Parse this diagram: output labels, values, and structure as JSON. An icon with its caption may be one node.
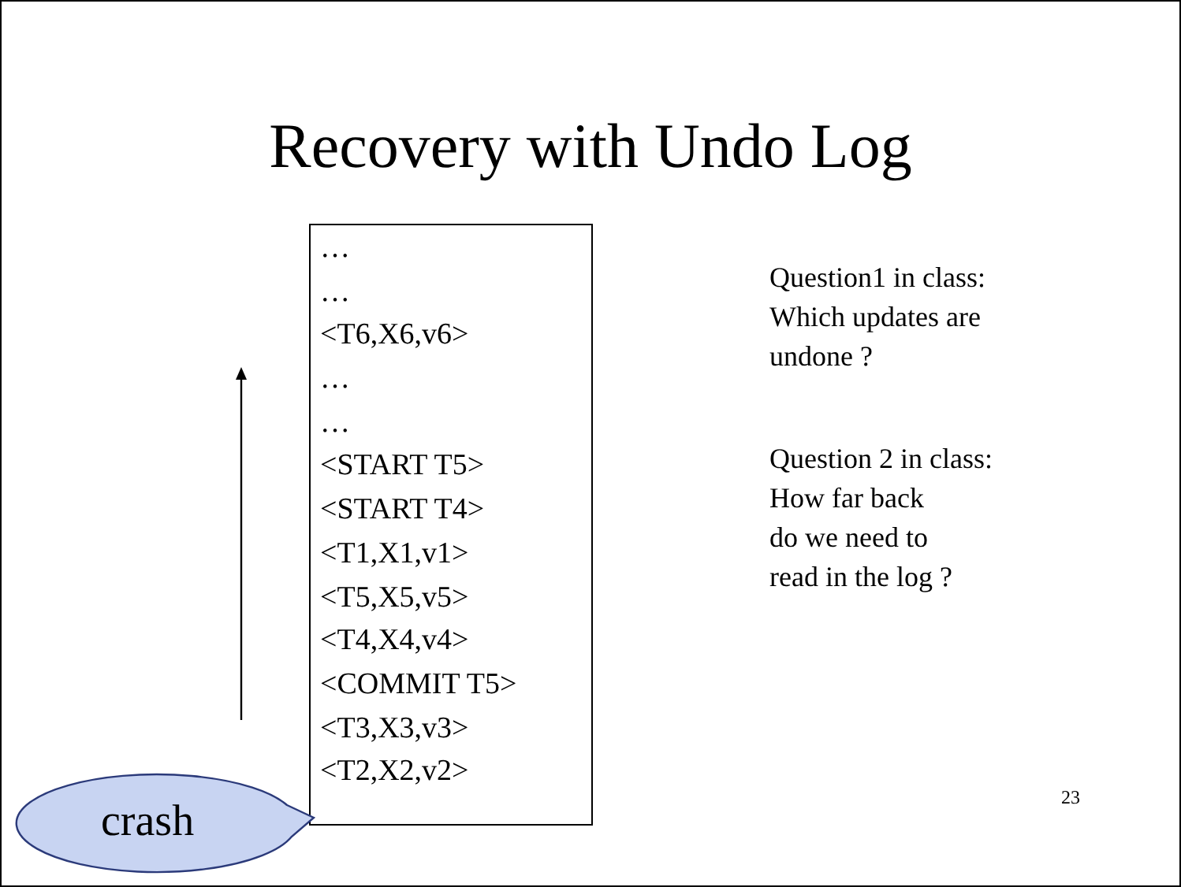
{
  "diagram": {
    "title": "Recovery with Undo Log",
    "nodes": [
      {
        "text": [
          "…",
          "…",
          "<T6,X6,v6>",
          "…",
          "…",
          "<START T5>",
          "<START T4>",
          "<T1,X1,v1>",
          "<T5,X5,v5>",
          "<T4,X4,v4>",
          "<COMMIT T5>",
          "<T3,X3,v3>",
          "<T2,X2,v2>"
        ]
      },
      {
        "text": [
          "crash"
        ]
      }
    ],
    "labels": [
      "Question1 in class:",
      "Which updates are",
      "undone ?",
      "Question 2 in class:",
      "How far back",
      "do we need to",
      "read in the log ?",
      "23"
    ]
  }
}
